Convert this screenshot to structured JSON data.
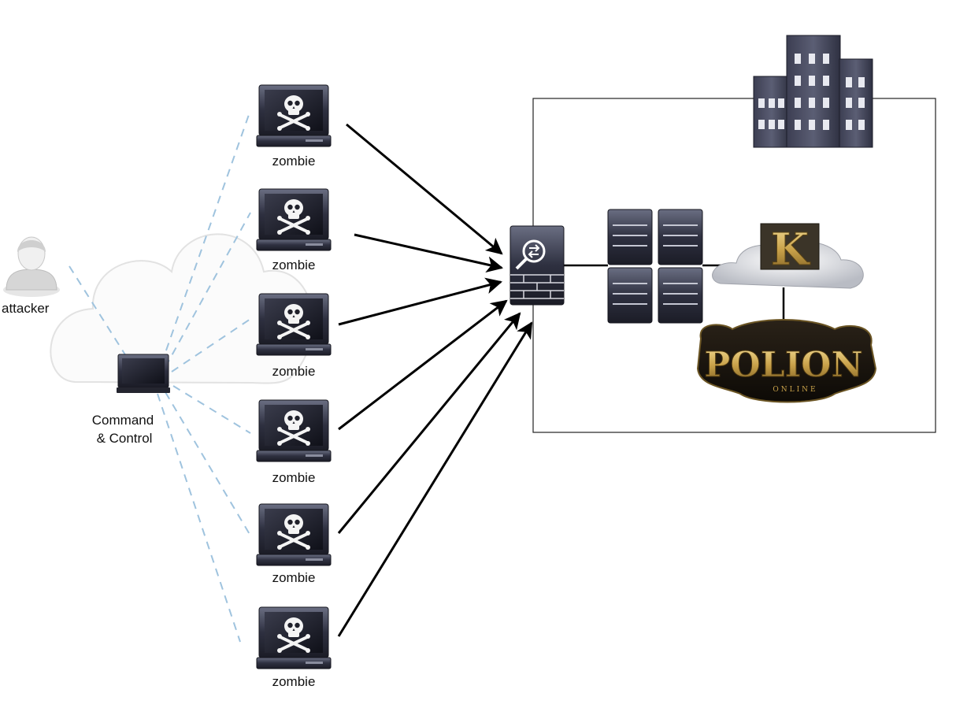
{
  "labels": {
    "attacker": "attacker",
    "cc_line1": "Command",
    "cc_line2": "& Control",
    "zombie": "zombie"
  },
  "zombies": [
    "zombie",
    "zombie",
    "zombie",
    "zombie",
    "zombie",
    "zombie"
  ],
  "logo_text": {
    "k_logo": "K",
    "polion_main": "POLION",
    "polion_sub": "ONLINE"
  },
  "colors": {
    "device_dark": "#2b2d3a",
    "c2_link": "#9fc3de",
    "attack_arrow": "#000000",
    "polion_gold": "#c9a24a"
  },
  "icons": {
    "attacker": "user-silhouette-icon",
    "command_control": "laptop-icon",
    "zombie": "infected-laptop-skull-icon",
    "firewall": "firewall-icon",
    "servers": "server-rack-icon",
    "building": "office-building-icon",
    "cloud": "cloud-icon"
  }
}
